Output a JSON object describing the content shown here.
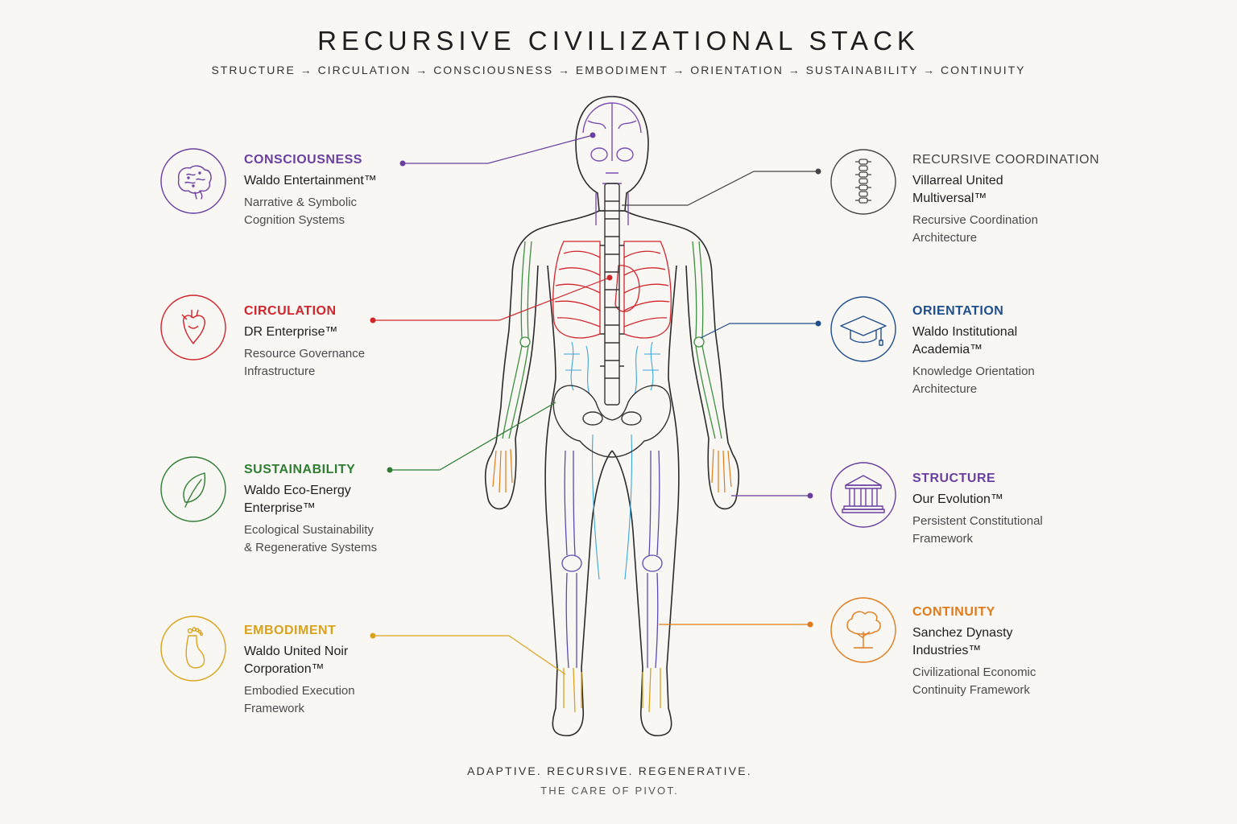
{
  "header": {
    "title": "RECURSIVE CIVILIZATIONAL STACK",
    "subtitle": "STRUCTURE → CIRCULATION → CONSCIOUSNESS → EMBODIMENT → ORIENTATION → SUSTAINABILITY → CONTINUITY"
  },
  "footer": {
    "line1": "ADAPTIVE. RECURSIVE. REGENERATIVE.",
    "line2": "THE CARE OF PIVOT."
  },
  "colors": {
    "consciousness": "#6a3fa0",
    "circulation": "#d1242b",
    "sustainability": "#2e7d32",
    "embodiment": "#d9a21a",
    "coordination": "#444444",
    "orientation": "#1f4e8c",
    "structure": "#6a3fa0",
    "continuity": "#e07a1a"
  },
  "layers": {
    "consciousness": {
      "category": "CONSCIOUSNESS",
      "org": "Waldo Entertainment™",
      "desc_1": "Narrative & Symbolic",
      "desc_2": "Cognition Systems",
      "icon": "brain-icon"
    },
    "circulation": {
      "category": "CIRCULATION",
      "org": "DR Enterprise™",
      "desc_1": "Resource Governance",
      "desc_2": "Infrastructure",
      "icon": "heart-icon"
    },
    "sustainability": {
      "category": "SUSTAINABILITY",
      "org_1": "Waldo Eco-Energy",
      "org_2": "Enterprise™",
      "desc_1": "Ecological Sustainability",
      "desc_2": "& Regenerative Systems",
      "icon": "leaf-icon"
    },
    "embodiment": {
      "category": "EMBODIMENT",
      "org_1": "Waldo United Noir",
      "org_2": "Corporation™",
      "desc_1": "Embodied Execution",
      "desc_2": "Framework",
      "icon": "foot-icon"
    },
    "coordination": {
      "category": "RECURSIVE COORDINATION",
      "org_1": "Villarreal United",
      "org_2": "Multiversal™",
      "desc_1": "Recursive Coordination",
      "desc_2": "Architecture",
      "icon": "spine-icon"
    },
    "orientation": {
      "category": "ORIENTATION",
      "org_1": "Waldo Institutional",
      "org_2": "Academia™",
      "desc_1": "Knowledge Orientation",
      "desc_2": "Architecture",
      "icon": "graduation-cap-icon"
    },
    "structure": {
      "category": "STRUCTURE",
      "org": "Our Evolution™",
      "desc_1": "Persistent Constitutional",
      "desc_2": "Framework",
      "icon": "pillars-icon"
    },
    "continuity": {
      "category": "CONTINUITY",
      "org_1": "Sanchez Dynasty",
      "org_2": "Industries™",
      "desc_1": "Civilizational Economic",
      "desc_2": "Continuity Framework",
      "icon": "tree-icon"
    }
  }
}
